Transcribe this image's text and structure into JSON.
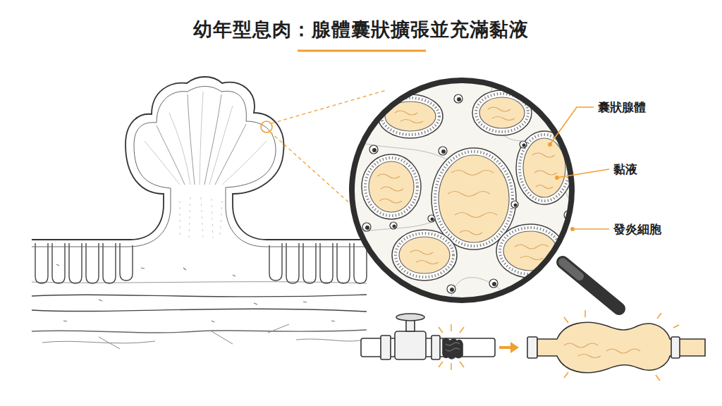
{
  "diagram": {
    "title": "幼年型息肉：腺體囊狀擴張並充滿黏液",
    "labels": [
      "囊狀腺體",
      "黏液",
      "發炎細胞"
    ]
  }
}
